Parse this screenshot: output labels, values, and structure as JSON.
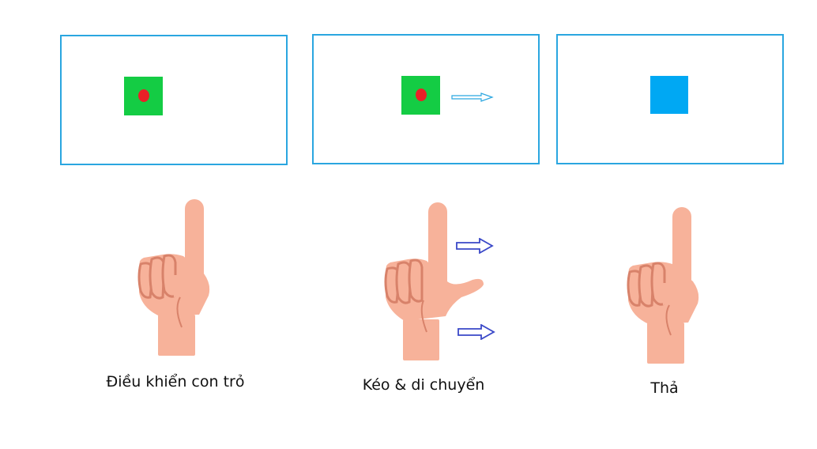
{
  "steps": [
    {
      "label": "Điều khiển con trỏ"
    },
    {
      "label": "Kéo & di chuyển"
    },
    {
      "label": "Thả"
    }
  ],
  "colors": {
    "panel_border": "#2aa6e0",
    "object_active": "#14cc44",
    "object_dot": "#ea2027",
    "object_released": "#00a8f3",
    "motion_arrow": "#3a48c8",
    "panel_arrow": "#2aa6e0",
    "skin": "#f7b29a",
    "skin_shadow": "#d8826a"
  },
  "icons": {
    "hand": "hand-pointing-up-icon",
    "hand_drag": "hand-pointing-up-thumb-extended-icon",
    "arrow": "arrow-right-icon"
  }
}
